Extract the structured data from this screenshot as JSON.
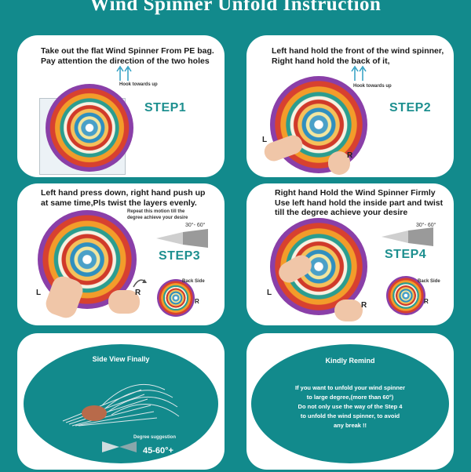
{
  "title": "Wind Spinner Unfold Instruction",
  "cards": {
    "c1": {
      "instruction_line1": "Take out the flat Wind Spinner From PE bag.",
      "instruction_line2": "Pay attention the direction of the two holes",
      "hook_note": "Hook towards up",
      "step": "STEP1"
    },
    "c2": {
      "instruction_line1": "Left hand hold the front of the wind spinner,",
      "instruction_line2": "Right hand hold the back of it,",
      "hook_note": "Hook towards up",
      "step": "STEP2",
      "left_label": "L",
      "right_label": "R"
    },
    "c3": {
      "instruction_line1": "Left hand press down, right hand push up",
      "instruction_line2": "at same time,Pls twist the layers evenly.",
      "repeat_line1": "Repeat this motion till the",
      "repeat_line2": "degree achieve your desire",
      "angle": "30°- 60°",
      "step": "STEP3",
      "left_label": "L",
      "right_label": "R",
      "back_side": "Back Side",
      "back_right_label": "R"
    },
    "c4": {
      "instruction_line1": "Right hand Hold the Wind Spinner Firmly",
      "instruction_line2": "Use left hand hold the inside part and twist",
      "instruction_line3": "till  the degree achieve your desire",
      "angle": "30°- 60°",
      "step": "STEP4",
      "left_label": "L",
      "right_label": "R",
      "back_side": "Back Side",
      "back_right_label": "R"
    },
    "c5": {
      "title": "Side View Finally",
      "degree_suggestion": "Degree suggestion",
      "degree_value": "45-60°+"
    },
    "c6": {
      "title": "Kindly Remind",
      "line1": "If you want to unfold your wind spinner",
      "line2": "to large degree,(more than 60°)",
      "line3": "Do not only use the way of the Step 4",
      "line4": "to unfold the wind spinner, to avoid",
      "line5": "any  break !!"
    }
  },
  "colors": {
    "background": "#128a8c",
    "card": "#ffffff",
    "step_text": "#1d8f8f"
  }
}
